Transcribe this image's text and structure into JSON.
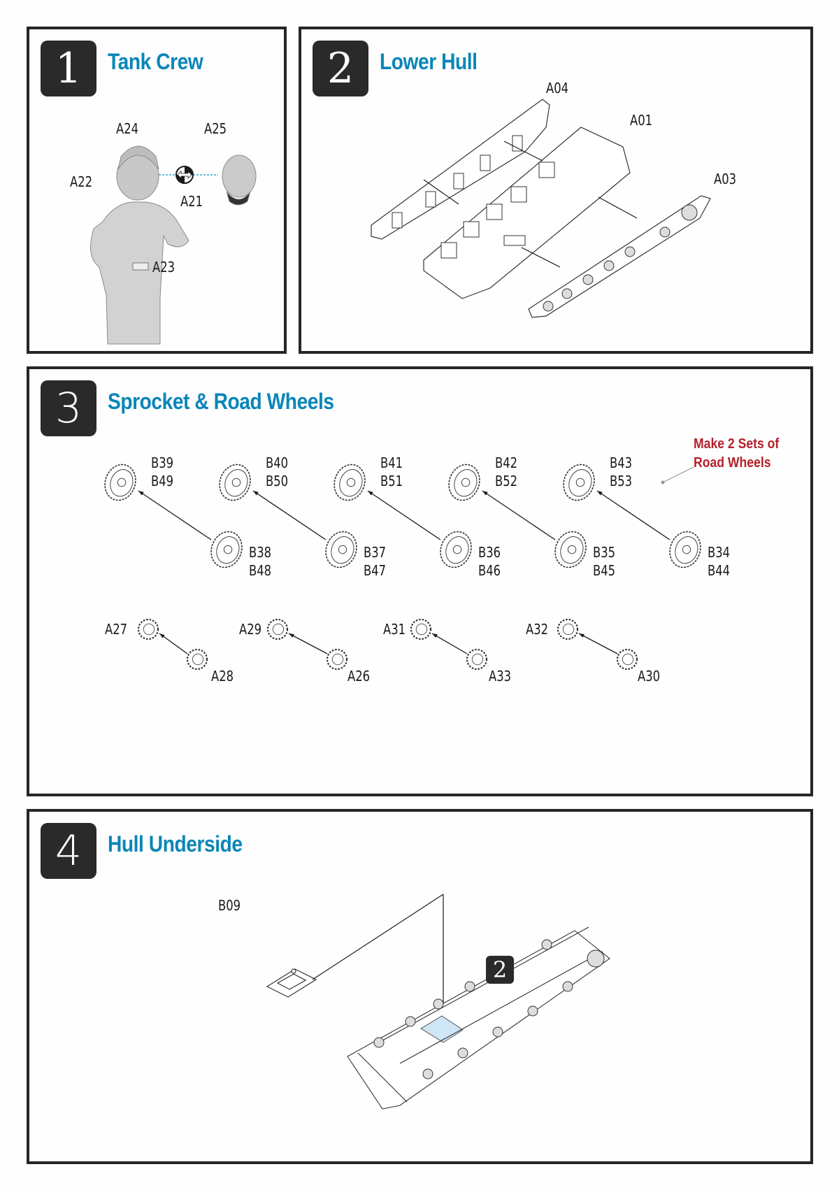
{
  "steps": [
    {
      "number": "1",
      "title": "Tank Crew",
      "parts": [
        "A24",
        "A25",
        "A22",
        "A21",
        "A23"
      ],
      "symbol": "alternative-swap-icon"
    },
    {
      "number": "2",
      "title": "Lower Hull",
      "parts": [
        "A04",
        "A01",
        "A03"
      ]
    },
    {
      "number": "3",
      "title": "Sprocket & Road Wheels",
      "note_line1": "Make 2 Sets of",
      "note_line2": "Road Wheels",
      "road_wheels": [
        {
          "outer": [
            "B39",
            "B49"
          ],
          "inner": [
            "B38",
            "B48"
          ]
        },
        {
          "outer": [
            "B40",
            "B50"
          ],
          "inner": [
            "B37",
            "B47"
          ]
        },
        {
          "outer": [
            "B41",
            "B51"
          ],
          "inner": [
            "B36",
            "B46"
          ]
        },
        {
          "outer": [
            "B42",
            "B52"
          ],
          "inner": [
            "B35",
            "B45"
          ]
        },
        {
          "outer": [
            "B43",
            "B53"
          ],
          "inner": [
            "B34",
            "B44"
          ]
        }
      ],
      "sprockets": [
        {
          "outer": "A27",
          "inner": "A28"
        },
        {
          "outer": "A29",
          "inner": "A26"
        },
        {
          "outer": "A31",
          "inner": "A33"
        },
        {
          "outer": "A32",
          "inner": "A30"
        }
      ]
    },
    {
      "number": "4",
      "title": "Hull Underside",
      "parts": [
        "B09"
      ],
      "reference_step": "2",
      "highlight_color": "#cfe6f7"
    }
  ],
  "colors": {
    "title": "#0a86b8",
    "note": "#b5202a",
    "badge": "#2a2a2a",
    "border": "#262626"
  }
}
